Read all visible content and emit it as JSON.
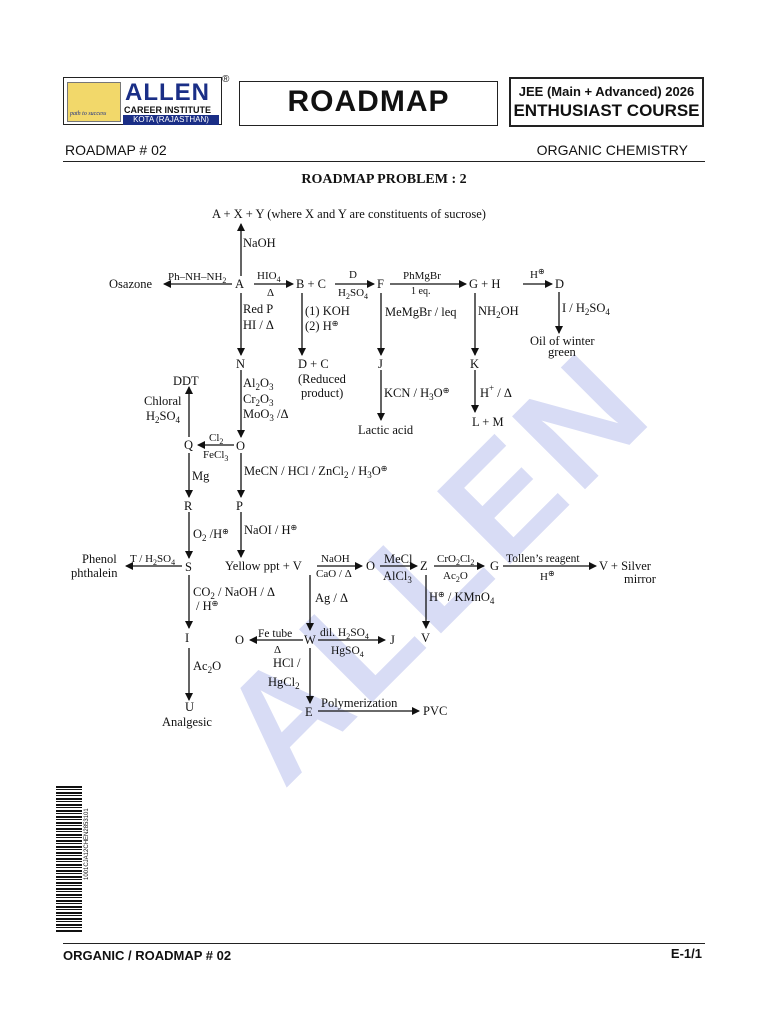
{
  "header": {
    "logo_name": "ALLEN",
    "logo_sub": "CAREER INSTITUTE",
    "logo_city": "KOTA (RAJASTHAN)",
    "logo_tag": "path to success",
    "reg_mark": "®",
    "title": "ROADMAP",
    "course_line1": "JEE (Main + Advanced) 2026",
    "course_line2": "ENTHUSIAST COURSE",
    "left_label": "ROADMAP # 02",
    "right_label": "ORGANIC CHEMISTRY"
  },
  "problem_title": "ROADMAP PROBLEM : 2",
  "watermark": "ALLEN",
  "barcode_text": "1001CJA12CHEN2853101",
  "footer": {
    "left": "ORGANIC / ROADMAP # 02",
    "right": "E-1/1"
  },
  "diagram": {
    "top": "A + X + Y (where X and Y are constituents of sucrose)",
    "naoh": "NaOH",
    "osazone": "Osazone",
    "phnh": "Ph–NH–NH",
    "phnh_sub": "2",
    "A": "A",
    "hio4": "HIO",
    "hio4_sub": "4",
    "delta": "Δ",
    "bc": "B + C",
    "D_reagent": "D",
    "h2so4": "H",
    "F": "F",
    "phmgbr": "PhMgBr",
    "one_eq": "1 eq.",
    "gh": "G  +  H",
    "h_plus": "H",
    "D_node": "D",
    "red_p": "Red P",
    "hi": "HI / Δ",
    "koh": "(1) KOH",
    "h2": "(2) H",
    "memgbr": "MeMgBr / leq",
    "nh2oh": "NH",
    "nh2oh_tail": "OH",
    "i_h2so4": "I / H",
    "winter1": "Oil of winter",
    "winter2": "green",
    "N": "N",
    "dc": "D + C",
    "reduced1": "(Reduced",
    "reduced2": "product)",
    "J": "J",
    "K": "K",
    "ddt": "DDT",
    "chloral": "Chloral",
    "al2o3": "Al",
    "cr2o3": "Cr",
    "moo3": "MoO",
    "moo3_tail": " /Δ",
    "kcn": "KCN / H",
    "h_delta": "H",
    "h_delta_tail": " / Δ",
    "lactic": "Lactic acid",
    "lm": "L + M",
    "Q": "Q",
    "cl2": "Cl",
    "fecl3": "FeCl",
    "O": "O",
    "mecn": "MeCN / HCl / ZnCl",
    "mecn_mid": " / H",
    "mecn_end": "O",
    "mg": "Mg",
    "R": "R",
    "P": "P",
    "o2": "O",
    "o2_tail": " /H",
    "naoi": "NaOI / H",
    "phenol1": "Phenol",
    "phenol2": "phthalein",
    "t_h2so4": "T / H",
    "S": "S",
    "yellow": "Yellow ppt + V",
    "naoh2": "NaOH",
    "cao": "CaO / Δ",
    "O2node": "O",
    "mecl": "MeCl",
    "alcl3": "AlCl",
    "Z": "Z",
    "cro2cl2": "CrO",
    "ac2o": "Ac",
    "G2": "G",
    "tollen": "Tollen’s reagent",
    "h_plus2": "H",
    "v_silver": "V + Silver",
    "mirror": "mirror",
    "co2": "CO",
    "co2_tail": " / NaOH / Δ",
    "co2_h": "/ H",
    "ag": "Ag / Δ",
    "kmno4": "H",
    "kmno4_tail": " / KMnO",
    "I": "I",
    "O3": "O",
    "fe_tube": "Fe tube",
    "W": "W",
    "dil": "dil. H",
    "hgso4": "HgSO",
    "J2": "J",
    "V": "V",
    "ac2o2": "Ac",
    "hcl": "HCl /",
    "hgcl2": "HgCl",
    "U": "U",
    "analgesic": "Analgesic",
    "E": "E",
    "polymer": "Polymerization",
    "pvc": "PVC",
    "sub2": "2",
    "sub3": "3",
    "sub4": "4",
    "oplus": "⊕",
    "hplus_sym": "+"
  }
}
